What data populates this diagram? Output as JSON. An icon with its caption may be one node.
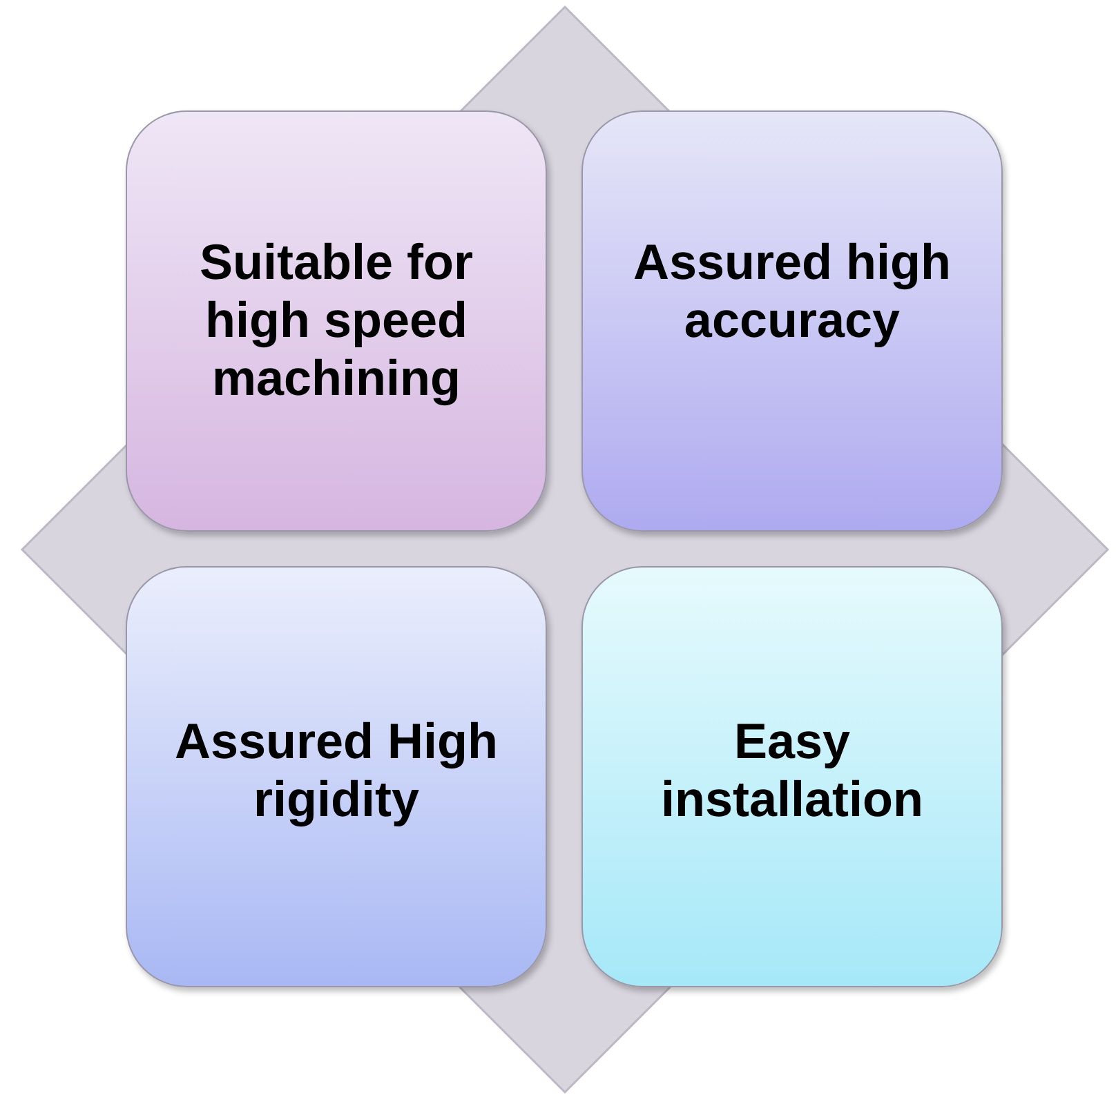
{
  "diagram": {
    "nodes": [
      {
        "text": [
          "Suitable for high speed machining"
        ]
      },
      {
        "text": [
          "Assured high accuracy"
        ]
      },
      {
        "text": [
          "Assured High rigidity"
        ]
      },
      {
        "text": [
          "Easy installation"
        ]
      }
    ]
  }
}
